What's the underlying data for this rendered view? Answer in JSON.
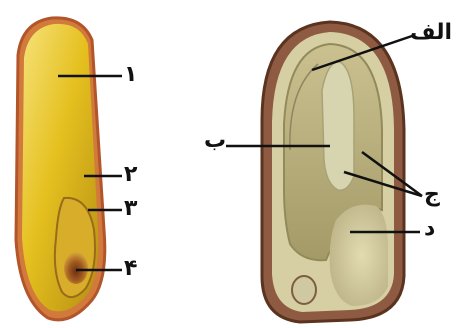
{
  "figure": {
    "left_specimen": {
      "labels": [
        "۱",
        "۲",
        "۳",
        "۴"
      ]
    },
    "right_specimen": {
      "labels": {
        "alef": "الف",
        "be": "ب",
        "jim": "ج",
        "dal": "د"
      }
    }
  },
  "colors": {
    "yellow_tissue": "#e8c31e",
    "husk_orange": "#c9622c",
    "section_brown": "#8a5a3c",
    "section_inner": "#b9b07a",
    "embryo_green": "#c7c98f"
  }
}
